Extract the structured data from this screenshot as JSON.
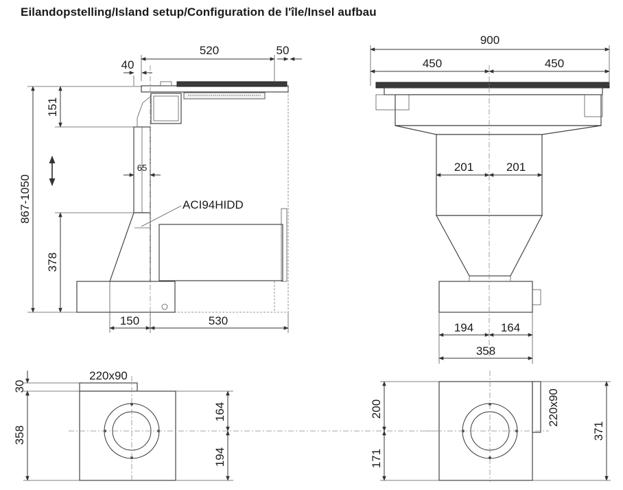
{
  "title": "Eilandopstelling/Island setup/Configuration de l'île/Insel aufbau",
  "model": "ACI94HIDD",
  "side_view": {
    "top_width": "520",
    "top_offset_left": "40",
    "top_offset_right": "50",
    "upper_height": "151",
    "total_height": "867-1050",
    "lower_height": "378",
    "duct_width": "65",
    "base_left": "150",
    "base_right": "530"
  },
  "front_view": {
    "total_width": "900",
    "half_left": "450",
    "half_right": "450",
    "column_left": "201",
    "column_right": "201",
    "base_left": "194",
    "base_right": "164",
    "base_total": "358"
  },
  "bottom_left_view": {
    "duct_size": "220x90",
    "duct_height": "30",
    "depth_total": "358",
    "right_upper": "164",
    "right_lower": "194"
  },
  "bottom_right_view": {
    "left_upper": "200",
    "left_lower": "171",
    "duct_size": "220x90",
    "total": "371"
  }
}
